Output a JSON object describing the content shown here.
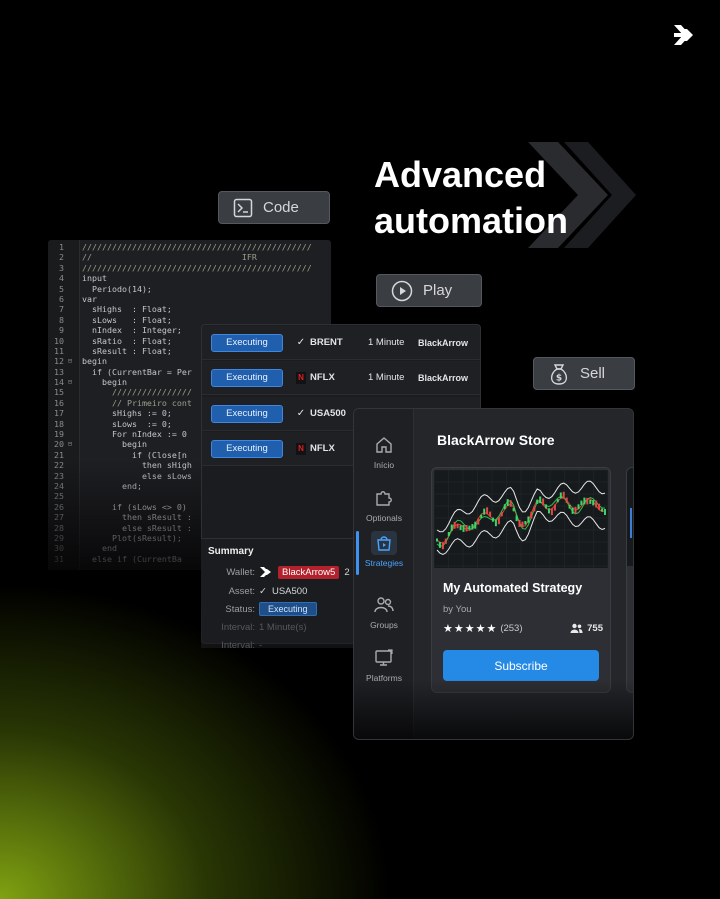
{
  "headline": {
    "line1": "Advanced",
    "line2": "automation"
  },
  "pills": {
    "code": "Code",
    "play": "Play",
    "sell": "Sell"
  },
  "code": {
    "lines": [
      {
        "n": "1",
        "fold": "",
        "text": "//////////////////////////////////////////////",
        "comment": true
      },
      {
        "n": "2",
        "fold": "",
        "text": "//                              IFR",
        "comment": true
      },
      {
        "n": "3",
        "fold": "",
        "text": "//////////////////////////////////////////////",
        "comment": true
      },
      {
        "n": "4",
        "fold": "",
        "text": "input",
        "comment": false
      },
      {
        "n": "5",
        "fold": "",
        "text": "  Periodo(14);",
        "comment": false
      },
      {
        "n": "6",
        "fold": "",
        "text": "var",
        "comment": false
      },
      {
        "n": "7",
        "fold": "",
        "text": "  sHighs  : Float;",
        "comment": false
      },
      {
        "n": "8",
        "fold": "",
        "text": "  sLows   : Float;",
        "comment": false
      },
      {
        "n": "9",
        "fold": "",
        "text": "  nIndex  : Integer;",
        "comment": false
      },
      {
        "n": "10",
        "fold": "",
        "text": "  sRatio  : Float;",
        "comment": false
      },
      {
        "n": "11",
        "fold": "",
        "text": "  sResult : Float;",
        "comment": false
      },
      {
        "n": "12",
        "fold": "⊟",
        "text": "begin",
        "comment": false
      },
      {
        "n": "13",
        "fold": "",
        "text": "  if (CurrentBar = Per",
        "comment": false
      },
      {
        "n": "14",
        "fold": "⊟",
        "text": "    begin",
        "comment": false
      },
      {
        "n": "15",
        "fold": "",
        "text": "      ////////////////",
        "comment": true
      },
      {
        "n": "16",
        "fold": "",
        "text": "      // Primeiro cont",
        "comment": true
      },
      {
        "n": "17",
        "fold": "",
        "text": "      sHighs := 0;",
        "comment": false
      },
      {
        "n": "18",
        "fold": "",
        "text": "      sLows  := 0;",
        "comment": false
      },
      {
        "n": "19",
        "fold": "",
        "text": "      For nIndex := 0",
        "comment": false
      },
      {
        "n": "20",
        "fold": "⊟",
        "text": "        begin",
        "comment": false
      },
      {
        "n": "21",
        "fold": "",
        "text": "          if (Close[n",
        "comment": false
      },
      {
        "n": "22",
        "fold": "",
        "text": "            then sHigh",
        "comment": false
      },
      {
        "n": "23",
        "fold": "",
        "text": "            else sLows",
        "comment": false
      },
      {
        "n": "24",
        "fold": "",
        "text": "        end;",
        "comment": false
      },
      {
        "n": "25",
        "fold": "",
        "text": "",
        "comment": false
      },
      {
        "n": "26",
        "fold": "",
        "text": "      if (sLows <> 0)",
        "comment": false
      },
      {
        "n": "27",
        "fold": "",
        "text": "        then sResult :",
        "comment": false
      },
      {
        "n": "28",
        "fold": "",
        "text": "        else sResult :",
        "comment": false
      },
      {
        "n": "29",
        "fold": "",
        "text": "      Plot(sResult);",
        "comment": false
      },
      {
        "n": "30",
        "fold": "",
        "text": "    end",
        "comment": false
      },
      {
        "n": "31",
        "fold": "",
        "text": "  else if (CurrentBa",
        "comment": false
      }
    ]
  },
  "executions": [
    {
      "status": "Executing",
      "asset": "BRENT",
      "mark": "check",
      "interval": "1 Minute",
      "provider": "BlackArrow"
    },
    {
      "status": "Executing",
      "asset": "NFLX",
      "mark": "flag",
      "interval": "1 Minute",
      "provider": "BlackArrow"
    },
    {
      "status": "Executing",
      "asset": "USA500",
      "mark": "check",
      "interval": "",
      "provider": ""
    },
    {
      "status": "Executing",
      "asset": "NFLX",
      "mark": "flag",
      "interval": "",
      "provider": ""
    }
  ],
  "summary": {
    "title": "Summary",
    "wallet_label": "Wallet:",
    "wallet_value": "BlackArrow5",
    "wallet_extra": "2",
    "asset_label": "Asset:",
    "asset_value": "USA500",
    "status_label": "Status:",
    "status_value": "Executing",
    "interval_label": "Interval:",
    "interval_value": "1 Minute(s)",
    "interval2_label": "Interval:",
    "interval2_value": "-"
  },
  "store": {
    "title": "BlackArrow Store",
    "nav": [
      {
        "label": "Início",
        "icon": "home-icon"
      },
      {
        "label": "Optionals",
        "icon": "puzzle-icon"
      },
      {
        "label": "Strategies",
        "icon": "strategy-bag-icon",
        "active": true
      },
      {
        "label": "Groups",
        "icon": "groups-icon"
      },
      {
        "label": "Platforms",
        "icon": "platforms-icon"
      }
    ],
    "card": {
      "title": "My Automated Strategy",
      "author": "by You",
      "stars": "★★★★★",
      "rating_count": "(253)",
      "users": "755",
      "cta": "Subscribe"
    }
  },
  "colors": {
    "accent_blue": "#2589e6",
    "wallet_red": "#b3222c",
    "glow_green": "#96be14"
  }
}
